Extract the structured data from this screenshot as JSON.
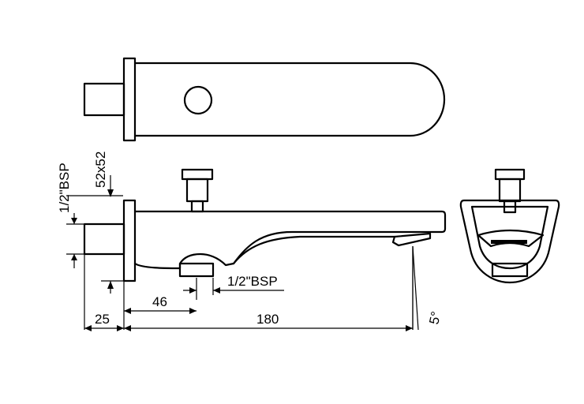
{
  "dimensions": {
    "spout_height": "52x52",
    "inlet_thread_vertical": "1/2\"BSP",
    "outlet_thread": "1/2\"BSP",
    "offset_46": "46",
    "offset_25": "25",
    "length_180": "180",
    "angle": "5°"
  }
}
